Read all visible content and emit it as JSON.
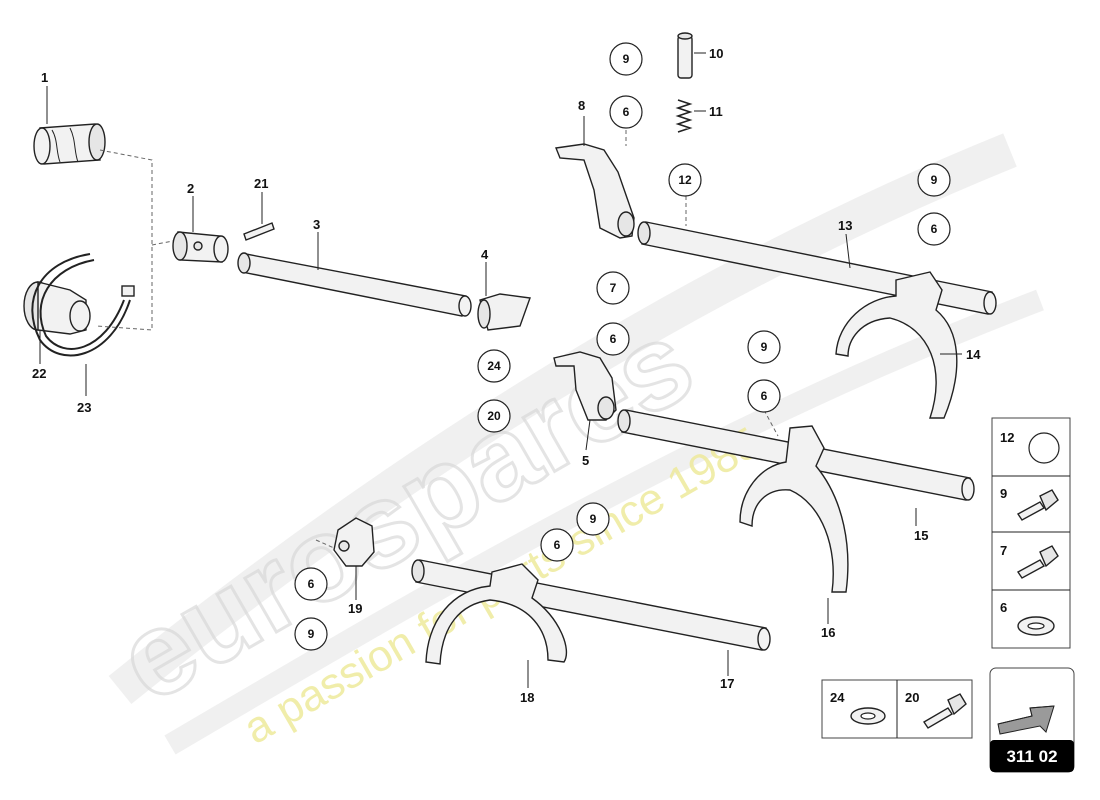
{
  "watermark": {
    "brand": "eurospares",
    "tagline": "a passion for parts since 1985"
  },
  "callouts": [
    "1",
    "2",
    "3",
    "4",
    "5",
    "8",
    "10",
    "11",
    "13",
    "14",
    "15",
    "16",
    "17",
    "18",
    "19",
    "21",
    "22",
    "23"
  ],
  "circled": {
    "c9a": "9",
    "c6a": "6",
    "c12": "12",
    "c7": "7",
    "c6b": "6",
    "c24": "24",
    "c20": "20",
    "c9b": "9",
    "c6c": "6",
    "c9c": "9",
    "c6d": "6",
    "c9d": "9",
    "c6e": "6",
    "c6f": "6",
    "c9e": "9"
  },
  "legend": {
    "items": [
      {
        "number": "12"
      },
      {
        "number": "9"
      },
      {
        "number": "7"
      },
      {
        "number": "6"
      }
    ],
    "bottom_items": [
      {
        "number": "24"
      },
      {
        "number": "20"
      }
    ]
  },
  "reference": "311 02"
}
